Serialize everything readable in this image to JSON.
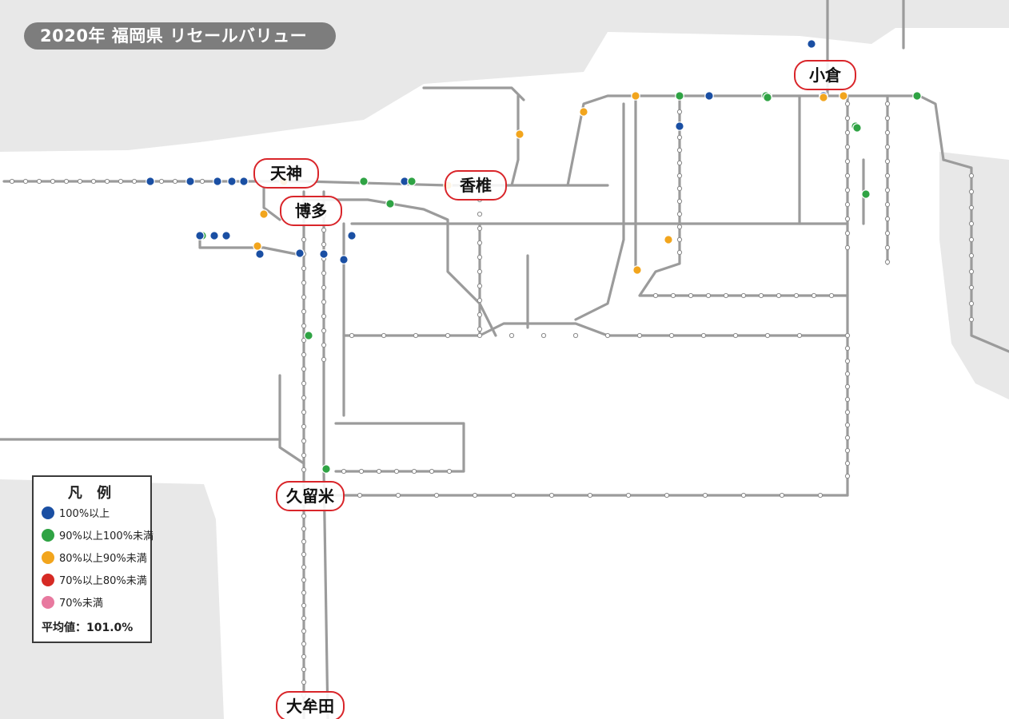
{
  "title": "2020年 福岡県 リセールバリュー",
  "colors": {
    "background": "#ffffff",
    "land": "#e8e8e8",
    "line": "#9b9b9b",
    "title_bg": "#7d7d7d",
    "city_outline": "#d9252a",
    "pct_100_plus": "#1a4fa3",
    "pct_90_100": "#2fa344",
    "pct_80_90": "#f2a51d",
    "pct_70_80": "#d62a24",
    "pct_under_70": "#e8799f"
  },
  "cities": [
    {
      "id": "tenjin",
      "label": "天神"
    },
    {
      "id": "hakata",
      "label": "博多"
    },
    {
      "id": "kashii",
      "label": "香椎"
    },
    {
      "id": "kokura",
      "label": "小倉"
    },
    {
      "id": "kurume",
      "label": "久留米"
    },
    {
      "id": "omuta",
      "label": "大牟田"
    }
  ],
  "legend": {
    "title": "凡 例",
    "items": [
      {
        "label": "100%以上",
        "color_key": "pct_100_plus"
      },
      {
        "label": "90%以上100%未満",
        "color_key": "pct_90_100"
      },
      {
        "label": "80%以上90%未満",
        "color_key": "pct_80_90"
      },
      {
        "label": "70%以上80%未満",
        "color_key": "pct_70_80"
      },
      {
        "label": "70%未満",
        "color_key": "pct_under_70"
      }
    ],
    "average": "平均値：101.0%"
  },
  "stations": [
    {
      "category": "pct_100_plus"
    },
    {
      "category": "pct_100_plus"
    },
    {
      "category": "pct_100_plus"
    },
    {
      "category": "pct_100_plus"
    },
    {
      "category": "pct_100_plus"
    },
    {
      "category": "pct_100_plus"
    },
    {
      "category": "pct_80_90"
    },
    {
      "category": "pct_80_90"
    },
    {
      "category": "pct_80_90"
    },
    {
      "category": "pct_90_100"
    },
    {
      "category": "pct_100_plus"
    },
    {
      "category": "pct_100_plus"
    },
    {
      "category": "pct_90_100"
    },
    {
      "category": "pct_100_plus"
    },
    {
      "category": "pct_100_plus"
    },
    {
      "category": "pct_100_plus"
    },
    {
      "category": "pct_90_100"
    },
    {
      "category": "pct_100_plus"
    },
    {
      "category": "pct_80_90"
    },
    {
      "category": "pct_90_100"
    },
    {
      "category": "pct_90_100"
    },
    {
      "category": "pct_100_plus"
    },
    {
      "category": "pct_100_plus"
    },
    {
      "category": "pct_90_100"
    },
    {
      "category": "pct_100_plus"
    },
    {
      "category": "pct_100_plus"
    },
    {
      "category": "pct_80_90"
    },
    {
      "category": "pct_80_90"
    },
    {
      "category": "pct_80_90"
    },
    {
      "category": "pct_90_100"
    },
    {
      "category": "pct_80_90"
    },
    {
      "category": "pct_90_100"
    },
    {
      "category": "pct_90_100"
    },
    {
      "category": "pct_100_plus"
    },
    {
      "category": "pct_80_90"
    },
    {
      "category": "pct_90_100"
    },
    {
      "category": "pct_90_100"
    },
    {
      "category": "pct_90_100"
    },
    {
      "category": "pct_90_100"
    },
    {
      "category": "pct_90_100"
    },
    {
      "category": "pct_100_plus"
    },
    {
      "category": "pct_80_90"
    },
    {
      "category": "pct_80_90"
    }
  ]
}
